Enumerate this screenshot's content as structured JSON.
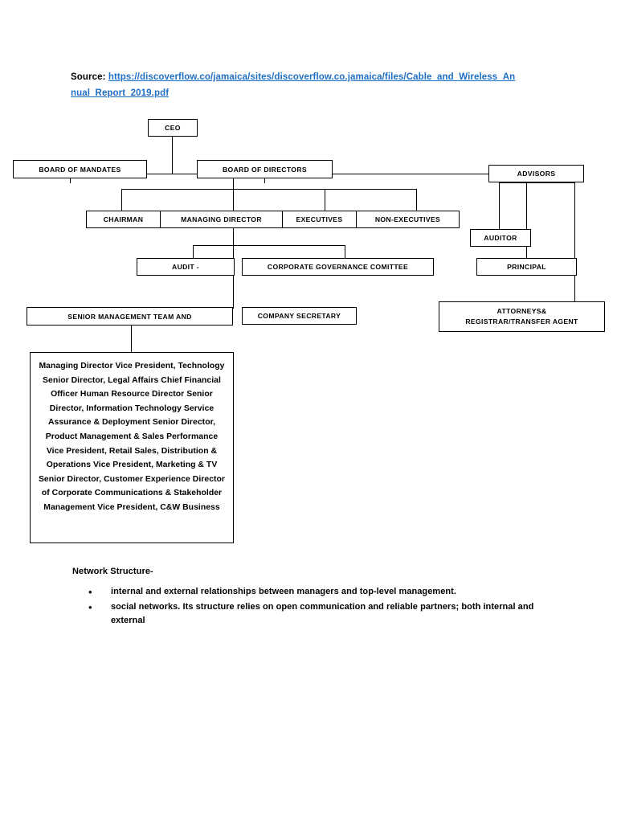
{
  "source": {
    "label": "Source:",
    "url": "https://discoverflow.co/jamaica/sites/discoverflow.co.jamaica/files/Cable_and_Wireless_Annual_Report_2019.pdf"
  },
  "chart_data": {
    "type": "diagram",
    "title": "Organizational Structure Chart",
    "nodes": [
      {
        "id": "ceo",
        "label": "CEO"
      },
      {
        "id": "board-of-mandates",
        "label": "BOARD OF MANDATES"
      },
      {
        "id": "board-of-directors",
        "label": "BOARD OF DIRECTORS"
      },
      {
        "id": "advisors",
        "label": "ADVISORS"
      },
      {
        "id": "chairman",
        "label": "CHAIRMAN"
      },
      {
        "id": "managing-director",
        "label": "MANAGING DIRECTOR"
      },
      {
        "id": "executives",
        "label": "EXECUTIVES"
      },
      {
        "id": "non-executives",
        "label": "NON-EXECUTIVES"
      },
      {
        "id": "auditor",
        "label": "AUDITOR"
      },
      {
        "id": "audit",
        "label": "AUDIT -"
      },
      {
        "id": "corporate-governance",
        "label": "CORPORATE GOVERNANCE COMITTEE"
      },
      {
        "id": "principal",
        "label": "PRINCIPAL"
      },
      {
        "id": "senior-management",
        "label": "SENIOR MANAGEMENT TEAM AND"
      },
      {
        "id": "company-secretary",
        "label": "COMPANY SECRETARY"
      },
      {
        "id": "attorneys",
        "label": "ATTORNEYS&\nREGISTRAR/TRANSFER AGENT"
      },
      {
        "id": "roster",
        "label": "Managing Director Vice President, Technology Senior Director, Legal Affairs Chief Financial Officer Human Resource Director Senior Director, Information Technology Service Assurance & Deployment Senior Director, Product Management & Sales Performance Vice President, Retail Sales, Distribution & Operations Vice President, Marketing & TV Senior Director, Customer Experience Director of Corporate Communications & Stakeholder Management Vice President, C&W Business"
      }
    ],
    "edges": [
      {
        "from": "ceo",
        "to": "board-of-mandates"
      },
      {
        "from": "ceo",
        "to": "board-of-directors"
      },
      {
        "from": "ceo",
        "to": "advisors"
      },
      {
        "from": "board-of-directors",
        "to": "chairman"
      },
      {
        "from": "board-of-directors",
        "to": "managing-director"
      },
      {
        "from": "board-of-directors",
        "to": "executives"
      },
      {
        "from": "board-of-directors",
        "to": "non-executives"
      },
      {
        "from": "managing-director",
        "to": "audit"
      },
      {
        "from": "managing-director",
        "to": "corporate-governance"
      },
      {
        "from": "managing-director",
        "to": "senior-management"
      },
      {
        "from": "advisors",
        "to": "auditor"
      },
      {
        "from": "advisors",
        "to": "principal"
      },
      {
        "from": "advisors",
        "to": "attorneys"
      },
      {
        "from": "senior-management",
        "to": "roster"
      }
    ]
  },
  "boxes": {
    "ceo": "CEO",
    "board_of_mandates": "BOARD OF MANDATES",
    "board_of_directors": "BOARD OF DIRECTORS",
    "advisors": "ADVISORS",
    "chairman": "CHAIRMAN",
    "managing_director": "MANAGING DIRECTOR",
    "executives": "EXECUTIVES",
    "non_executives": "NON-EXECUTIVES",
    "auditor": "AUDITOR",
    "audit": "AUDIT -",
    "corporate_governance": "CORPORATE GOVERNANCE COMITTEE",
    "principal": "PRINCIPAL",
    "senior_management": "SENIOR MANAGEMENT TEAM AND",
    "company_secretary": "COMPANY SECRETARY",
    "attorneys_line1": "ATTORNEYS&",
    "attorneys_line2": "REGISTRAR/TRANSFER AGENT",
    "roster": "Managing Director Vice President, Technology Senior Director, Legal Affairs Chief Financial Officer Human Resource Director Senior Director, Information Technology Service Assurance & Deployment Senior Director, Product Management & Sales Performance Vice President, Retail Sales, Distribution & Operations Vice President, Marketing & TV Senior Director, Customer Experience Director of Corporate Communications & Stakeholder Management Vice President, C&W Business"
  },
  "notes": {
    "heading": "Network Structure-",
    "bullet_glyph": "•",
    "items": [
      "internal and external relationships between managers and top-level management.",
      "social networks. Its structure relies on open communication and reliable partners; both internal and external"
    ]
  }
}
